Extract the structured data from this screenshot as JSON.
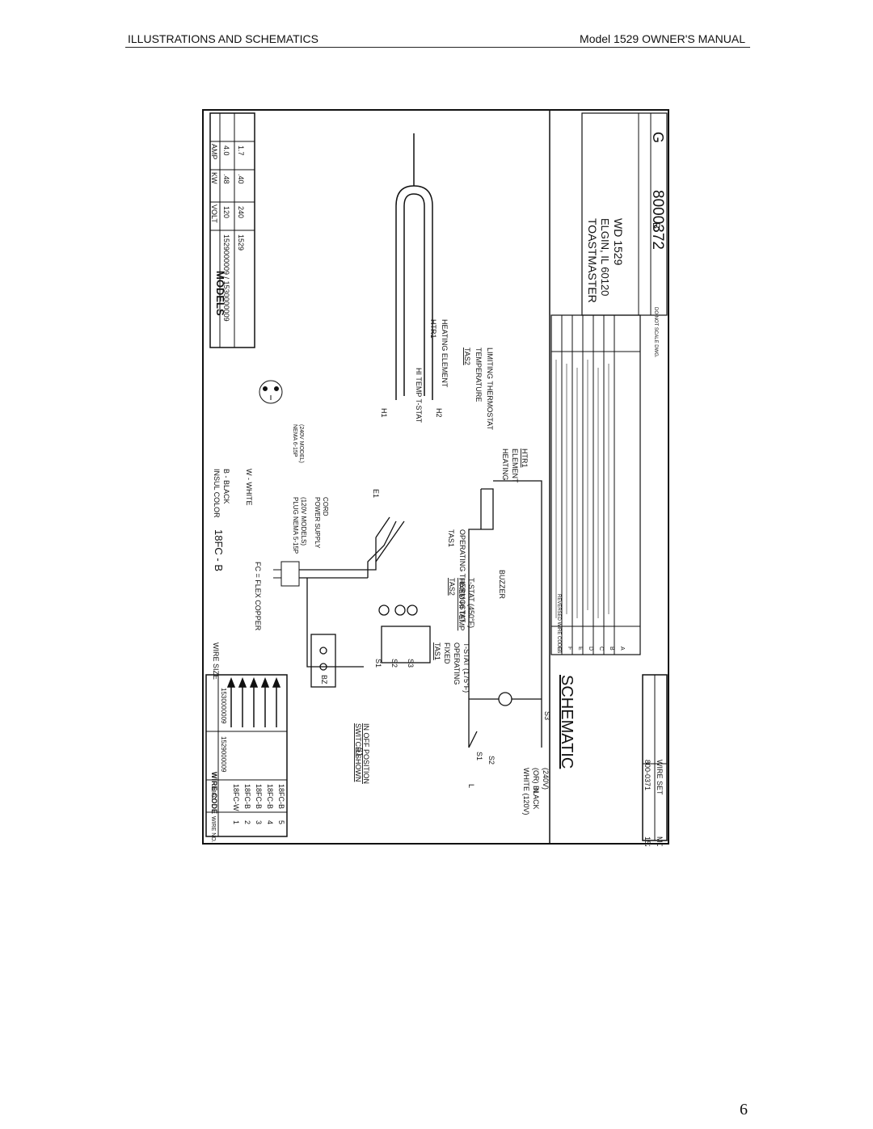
{
  "header": {
    "left": "ILLUSTRATIONS AND SCHEMATICS",
    "right": "Model 1529 OWNER'S MANUAL"
  },
  "page_number": "6",
  "drawing": {
    "models_title": "MODELS",
    "models_headers": [
      "VOLT",
      "KW",
      "AMP"
    ],
    "models_rows": [
      {
        "code": "1529000009 / 1530000009",
        "volt": "120",
        "kw": ".48",
        "amp": "4.0"
      },
      {
        "code": "1529",
        "volt": "240",
        "kw": ".40",
        "amp": "1.7"
      }
    ],
    "wire_code_title": "WIRE CODE",
    "wire_code_col1": "1529000009",
    "wire_code_col2": "1530000009",
    "wire_headers": [
      "WIRE NO.",
      "18FC"
    ],
    "wire_rows": [
      {
        "no": "1",
        "code": "18FC-W"
      },
      {
        "no": "2",
        "code": "18FC-B"
      },
      {
        "no": "3",
        "code": "18FC-B"
      },
      {
        "no": "4",
        "code": "18FC-B"
      },
      {
        "no": "5",
        "code": "18FC-B"
      }
    ],
    "wire_models": "1529, 1530",
    "wire_models_label": "MODELS",
    "wire_set_number": "800-0371",
    "wire_set_label": "WIRE SET",
    "wire_size_label": "WIRE SIZE",
    "fc_note": "FC = FLEX COPPER",
    "wire_size_value": "18FC - B",
    "insul_color": "INSUL COLOR",
    "black": "B - BLACK",
    "white": "W - WHITE",
    "plug_note": "PLUG NEMA 5-15P",
    "plug_note2": "(120V MODELS)",
    "nema_note": "NEMA 6-15P",
    "nema_note2": "(240V MODEL)",
    "power_supply": "POWER SUPPLY",
    "cord": "CORD",
    "switch_shown": "SWITCH SHOWN",
    "in_off_position": "IN OFF POSITION",
    "s1": "S1",
    "s2": "S2",
    "s3": "S3",
    "e1": "E1",
    "h1": "H1",
    "h2": "H2",
    "bz": "BZ",
    "hi_temp_tstat": "HI TEMP T-STAT",
    "htr1": "HTR1",
    "heating_element": "HEATING ELEMENT",
    "tas1": "TAS1",
    "tas1_desc": "OPERATING THERMOSTAT",
    "tas2": "TAS2",
    "tas2_desc1": "TEMPERATURE",
    "tas2_desc2": "LIMITING THERMOSTAT",
    "schematic_label": "SCHEMATIC",
    "tas1_fixed": "FIXED",
    "tas1_operating": "OPERATING",
    "tas1_tstat": "T-STAT (175°F)",
    "tas2_fixed": "FIXED HI TEMP",
    "tas2_tstat": "T-STAT (450°F)",
    "buzzer": "BUZZER",
    "heating": "HEATING",
    "element": "ELEMENT",
    "n_label": "N",
    "l_label": "L",
    "white_120": "WHITE (120V)",
    "or_black": "(OR) BLACK",
    "v240": "(240V)",
    "company": "TOASTMASTER",
    "city": "ELGIN, IL 60120",
    "wd": "WD 1529",
    "drawing_number": "8000372",
    "revision": "G",
    "size": "B",
    "do_not_scale": "DO NOT SCALE DWG.",
    "rev_header": "REVERSED WIRE CODES",
    "rev_letters": [
      "G",
      "F",
      "E",
      "D",
      "C",
      "B",
      "A"
    ]
  }
}
